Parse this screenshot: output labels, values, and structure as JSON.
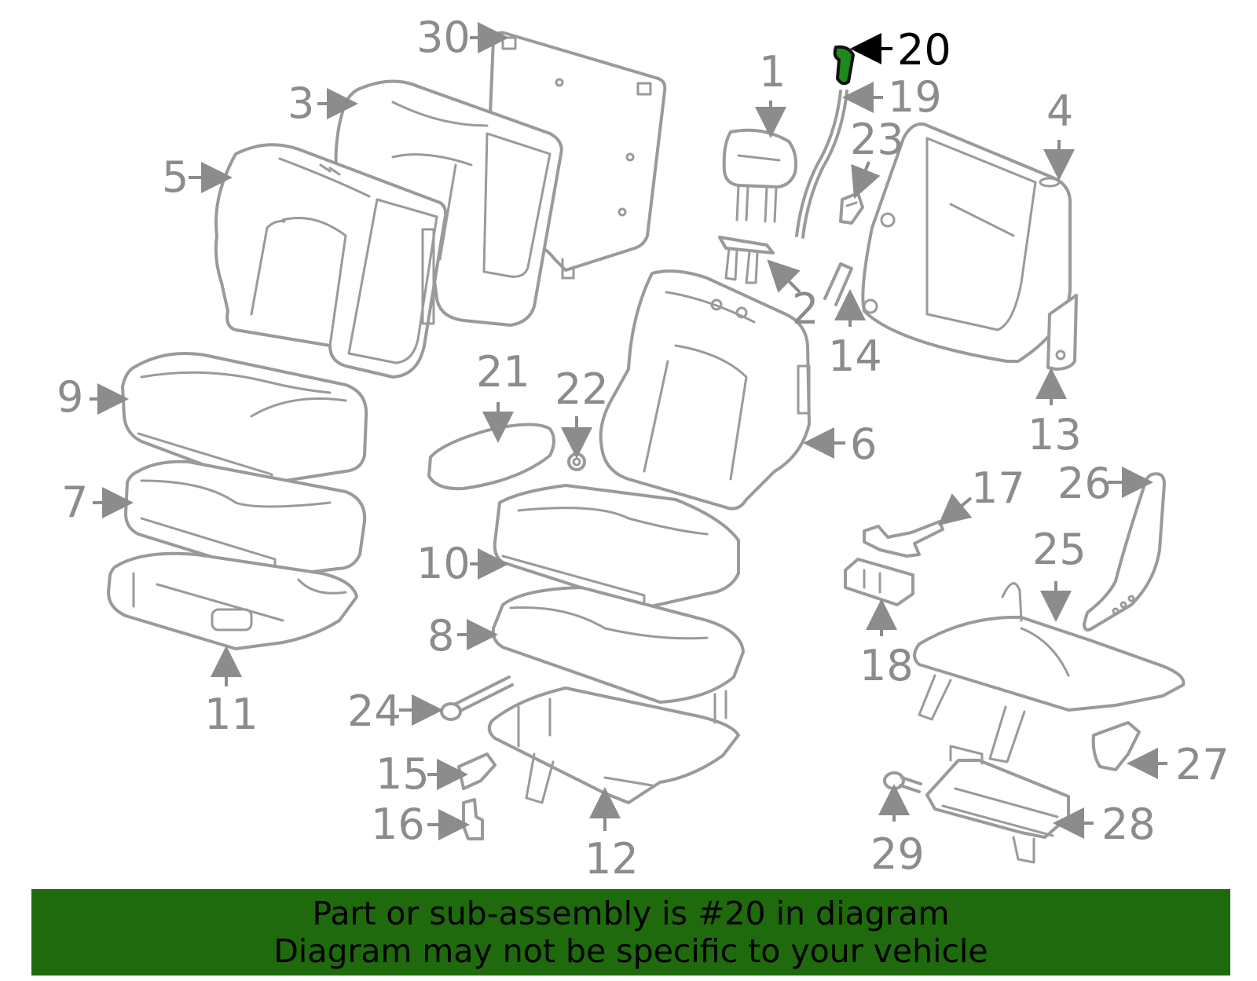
{
  "diagram": {
    "callouts": [
      "1",
      "2",
      "3",
      "4",
      "5",
      "6",
      "7",
      "8",
      "9",
      "10",
      "11",
      "12",
      "13",
      "14",
      "15",
      "16",
      "17",
      "18",
      "19",
      "20",
      "21",
      "22",
      "23",
      "24",
      "25",
      "26",
      "27",
      "28",
      "29",
      "30"
    ],
    "highlighted_callout": "20",
    "colors": {
      "part_stroke": "#9a9a9a",
      "label": "#8c8c8c",
      "highlight_label": "#000000",
      "highlight_part": "#1e8a1e",
      "banner_background": "#1f6a0c"
    }
  },
  "banner": {
    "line1": "Part or sub-assembly is #20 in diagram",
    "line2": "Diagram may not be specific to your vehicle"
  }
}
